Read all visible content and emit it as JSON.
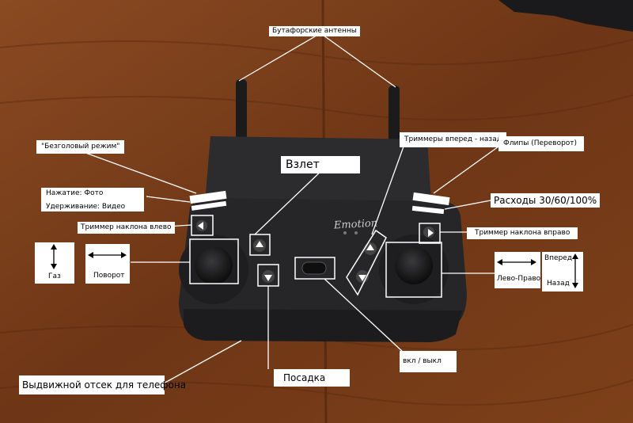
{
  "labels": {
    "antennas": "Бутафорские антенны",
    "headless": "\"Безголовый режим\"",
    "takeoff": "Взлет",
    "trim_fwd_back": "Триммеры вперед - назад",
    "flips": "Флипы (Переворот)",
    "press_photo": "Нажатие: Фото",
    "hold_video": "Удерживание: Видео",
    "rates": "Расходы 30/60/100%",
    "trim_left": "Триммер наклона влево",
    "trim_right": "Триммер наклона вправо",
    "throttle": "Газ",
    "yaw": "Поворот",
    "forward": "Вперед",
    "left_right": "Лево-Право",
    "back": "Назад",
    "landing": "Посадка",
    "power": "вкл / выкл",
    "phone_bay": "Выдвижной отсек для телефона"
  },
  "brand_logo_text": "Emotion",
  "colors": {
    "wood": "#7a3f1c",
    "controller": "#2a2a2c",
    "highlight": "#ffffff"
  }
}
